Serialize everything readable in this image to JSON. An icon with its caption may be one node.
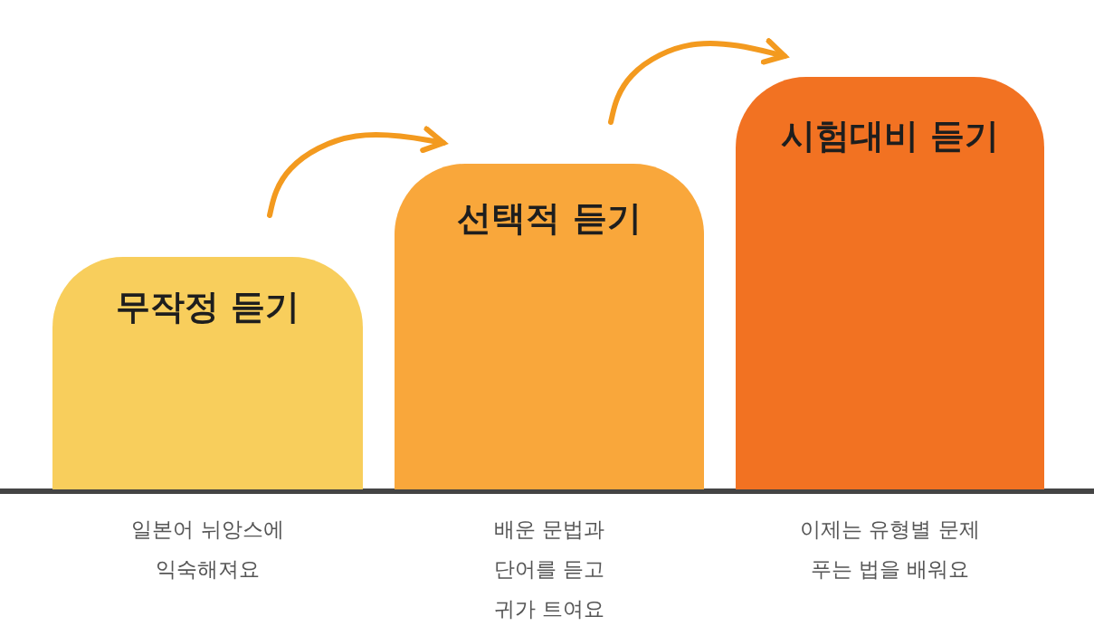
{
  "diagram": {
    "nodes": [
      {
        "text": [
          "무작정 듣기"
        ],
        "beside": [
          "일본어 뉘앙스에 익숙해져요"
        ]
      },
      {
        "text": [
          "선택적 듣기"
        ],
        "beside": [
          "배운 문법과 단어를 듣고 귀가 트여요"
        ]
      },
      {
        "text": [
          "시험대비 듣기"
        ],
        "beside": [
          "이제는 유형별 문제 푸는 법을 배워요"
        ]
      }
    ],
    "edges": [
      {
        "from": 0,
        "to": 1,
        "arrow": "to"
      },
      {
        "from": 1,
        "to": 2,
        "arrow": "to"
      }
    ]
  }
}
